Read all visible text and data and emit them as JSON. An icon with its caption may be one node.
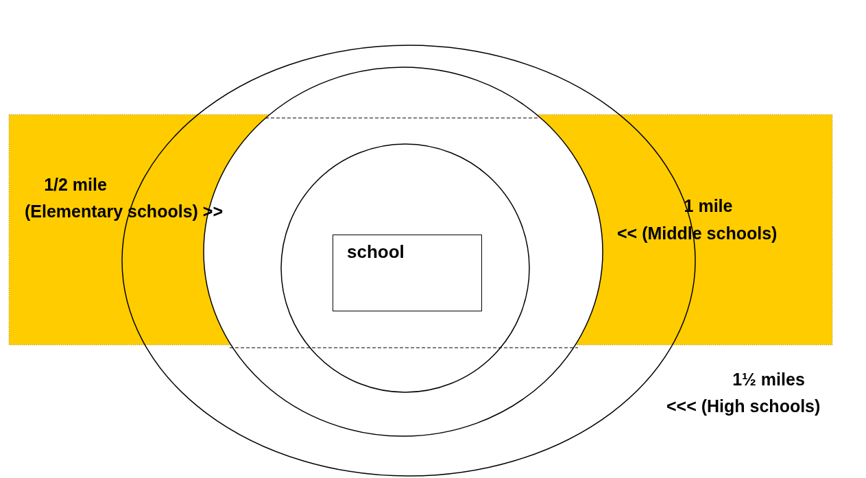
{
  "diagram": {
    "nodes": [
      {
        "text": [],
        "shape": "circle"
      },
      {
        "text": [],
        "shape": "circle",
        "in": 0
      },
      {
        "text": [],
        "shape": "circle",
        "in": 1
      },
      {
        "text": [
          "school"
        ],
        "in": 2
      }
    ],
    "edges": [],
    "labels": [
      "1/2 mile",
      "(Elementary schools) >>",
      "1 mile",
      "<< (Middle schools)",
      "1½ miles",
      "<<< (High schools)"
    ]
  }
}
